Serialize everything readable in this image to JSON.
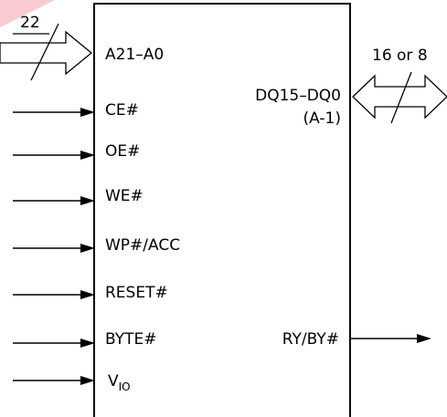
{
  "diagram": {
    "address_bus": {
      "width_label": "22",
      "pin_label": "A21–A0"
    },
    "data_bus": {
      "width_label": "16 or 8",
      "pin_label_line1": "DQ15–DQ0",
      "pin_label_line2": "(A-1)"
    },
    "inputs": [
      {
        "label": "CE#"
      },
      {
        "label": "OE#"
      },
      {
        "label": "WE#"
      },
      {
        "label": "WP#/ACC"
      },
      {
        "label": "RESET#"
      },
      {
        "label": "BYTE#"
      }
    ],
    "vio": {
      "main": "V",
      "sub": "IO"
    },
    "output": {
      "label": "RY/BY#"
    },
    "colors": {
      "line": "#000000",
      "watermark": "#e8304a"
    }
  }
}
